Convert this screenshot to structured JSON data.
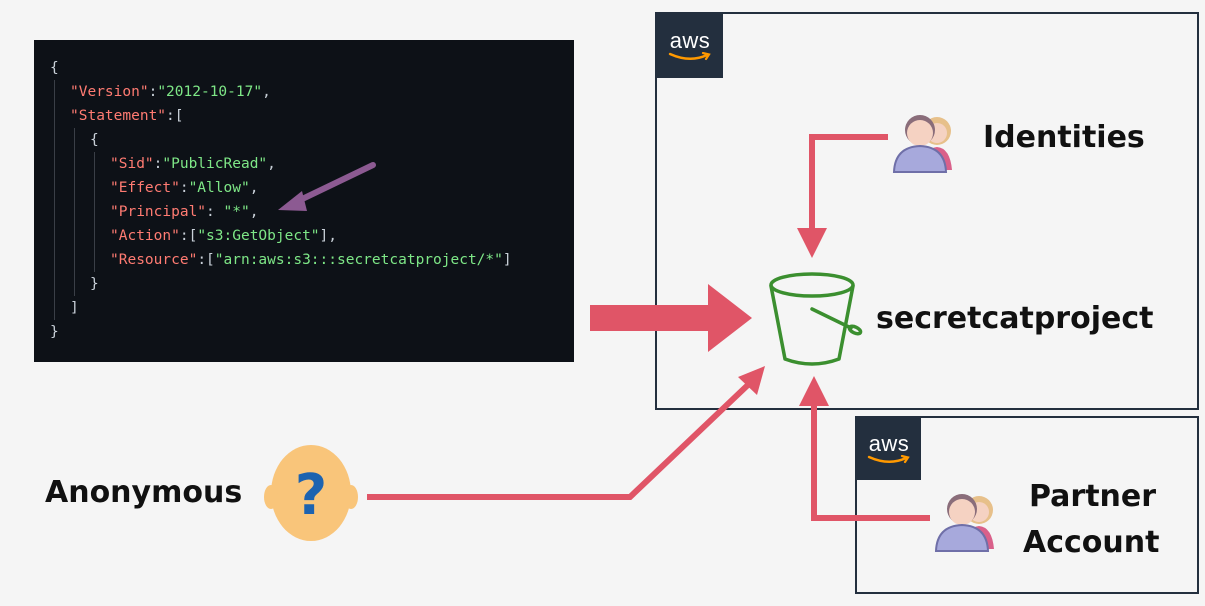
{
  "policy": {
    "lines": [
      {
        "indent": 0,
        "parts": [
          {
            "t": "{",
            "c": "p"
          }
        ]
      },
      {
        "indent": 1,
        "parts": [
          {
            "t": "\"Version\"",
            "c": "k"
          },
          {
            "t": ":",
            "c": "p"
          },
          {
            "t": "\"2012-10-17\"",
            "c": "v"
          },
          {
            "t": ",",
            "c": "p"
          }
        ]
      },
      {
        "indent": 1,
        "parts": [
          {
            "t": "\"Statement\"",
            "c": "k"
          },
          {
            "t": ":[",
            "c": "p"
          }
        ]
      },
      {
        "indent": 2,
        "parts": [
          {
            "t": "{",
            "c": "p"
          }
        ]
      },
      {
        "indent": 3,
        "parts": [
          {
            "t": "\"Sid\"",
            "c": "k"
          },
          {
            "t": ":",
            "c": "p"
          },
          {
            "t": "\"PublicRead\"",
            "c": "v"
          },
          {
            "t": ",",
            "c": "p"
          }
        ]
      },
      {
        "indent": 3,
        "parts": [
          {
            "t": "\"Effect\"",
            "c": "k"
          },
          {
            "t": ":",
            "c": "p"
          },
          {
            "t": "\"Allow\"",
            "c": "v"
          },
          {
            "t": ",",
            "c": "p"
          }
        ]
      },
      {
        "indent": 3,
        "parts": [
          {
            "t": "\"Principal\"",
            "c": "k"
          },
          {
            "t": ": ",
            "c": "p"
          },
          {
            "t": "\"*\"",
            "c": "v"
          },
          {
            "t": ",",
            "c": "p"
          }
        ]
      },
      {
        "indent": 3,
        "parts": [
          {
            "t": "\"Action\"",
            "c": "k"
          },
          {
            "t": ":[",
            "c": "p"
          },
          {
            "t": "\"s3:GetObject\"",
            "c": "v"
          },
          {
            "t": "],",
            "c": "p"
          }
        ]
      },
      {
        "indent": 3,
        "parts": [
          {
            "t": "\"Resource\"",
            "c": "k"
          },
          {
            "t": ":[",
            "c": "p"
          },
          {
            "t": "\"arn:aws:s3:::secretcatproject/*\"",
            "c": "v"
          },
          {
            "t": "]",
            "c": "p"
          }
        ]
      },
      {
        "indent": 2,
        "parts": [
          {
            "t": "}",
            "c": "p"
          }
        ]
      },
      {
        "indent": 1,
        "parts": [
          {
            "t": "]",
            "c": "p"
          }
        ]
      },
      {
        "indent": 0,
        "parts": [
          {
            "t": "}",
            "c": "p"
          }
        ]
      }
    ]
  },
  "aws_badge_text": "aws",
  "labels": {
    "identities": "Identities",
    "bucket": "secretcatproject",
    "anonymous": "Anonymous",
    "partner_line1": "Partner",
    "partner_line2": "Account"
  },
  "anonymous_symbol": "?",
  "colors": {
    "arrow": "#e05567",
    "pointer_arrow": "#8c5a92",
    "bucket": "#3b8f2f",
    "aws_dark": "#232f3e",
    "code_bg": "#0d1117",
    "code_key": "#ff7b72",
    "code_value": "#7ee787",
    "person_face": "#f5d2c2",
    "person_body": "#a7a9dc",
    "person_hair": "#e7c08a",
    "anon_face": "#f9c57a",
    "question_mark": "#1d63b0"
  },
  "icons": [
    "users-icon",
    "bucket-icon",
    "anonymous-user-icon",
    "aws-logo-icon",
    "arrow-icon"
  ]
}
